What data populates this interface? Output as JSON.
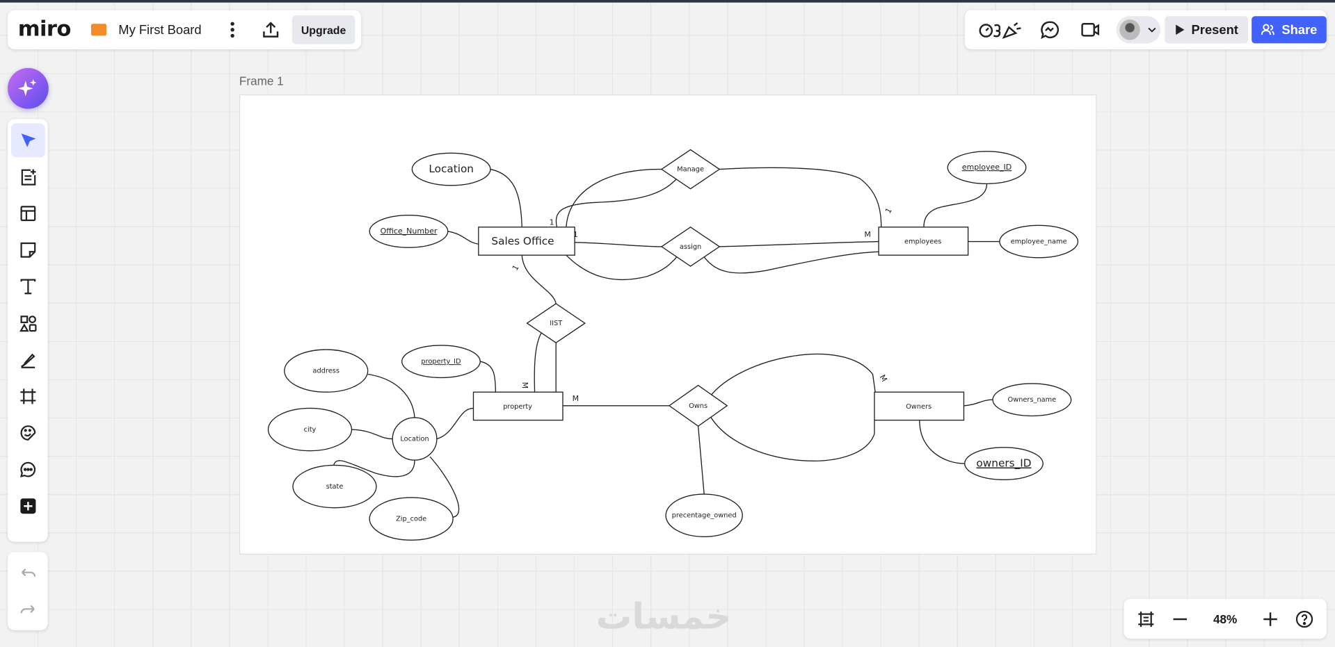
{
  "header": {
    "logo": "miro",
    "board_title": "My First Board",
    "upgrade_label": "Upgrade",
    "present_label": "Present",
    "share_label": "Share"
  },
  "toolbar": {
    "tools": [
      "select",
      "templates",
      "layouts",
      "sticky-note",
      "text",
      "shapes",
      "pen",
      "frame",
      "stickers",
      "comment",
      "more"
    ]
  },
  "frame": {
    "label": "Frame 1"
  },
  "diagram": {
    "entities": {
      "sales_office": "Sales Office",
      "employees": "employees",
      "property": "property",
      "owners": "Owners"
    },
    "relationships": {
      "manage": "Manage",
      "assign": "assign",
      "list": "IIST",
      "owns": "Owns"
    },
    "attributes": {
      "location": "Location",
      "office_number": "Office_Number",
      "employee_id": "employee_ID",
      "employee_name": "employee_name",
      "property_id": "property_ID",
      "address": "address",
      "city": "city",
      "prop_location": "Location",
      "state": "state",
      "zip_code": "Zip_code",
      "owners_name": "Owners_name",
      "owners_id": "owners_ID",
      "percentage_owned": "precentage_owned"
    },
    "cardinalities": {
      "so_manage": "1",
      "so_assign": "1",
      "so_list": "1",
      "emp_assign": "M",
      "emp_manage": "1",
      "prop_list": "M",
      "prop_owns": "M",
      "owners_owns": "M"
    }
  },
  "zoom": {
    "level": "48%"
  },
  "watermark": "خمسات",
  "colors": {
    "accent": "#4262ff",
    "folder": "#f08c2a"
  }
}
